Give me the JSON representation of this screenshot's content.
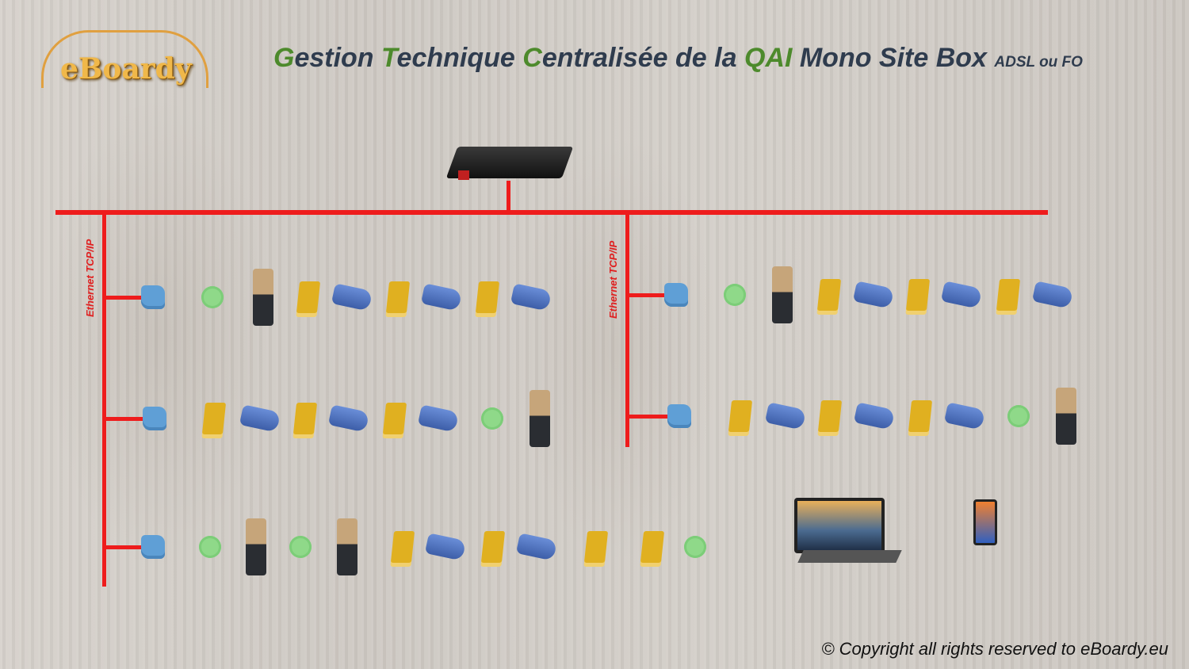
{
  "logo": {
    "text": "eBoardy"
  },
  "title": {
    "parts": [
      {
        "text": "G",
        "accent": true
      },
      {
        "text": "estion ",
        "accent": false
      },
      {
        "text": "T",
        "accent": true
      },
      {
        "text": "echnique ",
        "accent": false
      },
      {
        "text": "C",
        "accent": true
      },
      {
        "text": "entralisée de la ",
        "accent": false
      },
      {
        "text": "QAI",
        "accent": true
      },
      {
        "text": " Mono Site Box ",
        "accent": false
      }
    ],
    "suffix": "ADSL ou FO"
  },
  "network": {
    "label_left": "Ethernet TCP/IP",
    "label_right": "Ethernet TCP/IP",
    "color": "#ee1c1c"
  },
  "branches": [
    {
      "side": "left",
      "devices": [
        "access-point",
        "co2-sensor",
        "air-purifier",
        "display-gauge",
        "duct-fan",
        "display-gauge",
        "duct-fan",
        "display-gauge",
        "duct-fan"
      ]
    },
    {
      "side": "left",
      "devices": [
        "access-point",
        "display-gauge",
        "duct-fan",
        "display-gauge",
        "duct-fan",
        "display-gauge",
        "duct-fan",
        "co2-sensor",
        "air-purifier"
      ]
    },
    {
      "side": "left",
      "devices": [
        "access-point",
        "co2-sensor",
        "air-purifier",
        "co2-sensor",
        "air-purifier",
        "display-gauge",
        "duct-fan",
        "display-gauge",
        "duct-fan",
        "display-gauge",
        "display-gauge",
        "co2-sensor"
      ]
    },
    {
      "side": "right",
      "devices": [
        "access-point",
        "co2-sensor",
        "air-purifier",
        "display-gauge",
        "duct-fan",
        "display-gauge",
        "duct-fan",
        "display-gauge",
        "duct-fan"
      ]
    },
    {
      "side": "right",
      "devices": [
        "access-point",
        "display-gauge",
        "duct-fan",
        "display-gauge",
        "duct-fan",
        "display-gauge",
        "duct-fan",
        "co2-sensor",
        "air-purifier"
      ]
    }
  ],
  "copyright": "© Copyright all rights reserved to eBoardy.eu"
}
